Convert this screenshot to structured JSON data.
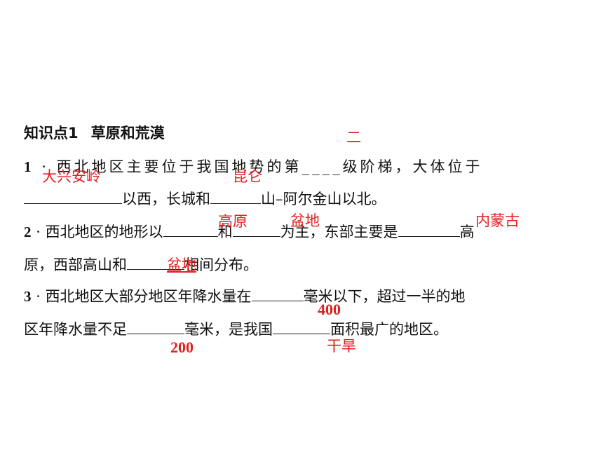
{
  "heading": {
    "label": "知识点1",
    "title": "草原和荒漠"
  },
  "questions": [
    {
      "number": "1",
      "sep": "·",
      "line1_a": "西北地区主要位于我国地势的第",
      "line1_blank": "____",
      "line1_b": "级阶梯，大体位于",
      "line2_a": "以西，长城和",
      "line2_b": "山–阿尔金山以北。"
    },
    {
      "number": "2",
      "sep": "·",
      "line1_a": "西北地区的地形以",
      "line1_b": "和",
      "line1_c": "为主，东部主要是",
      "line1_d": "高",
      "line2_a": "原，西部高山和",
      "line2_b": "相间分布。"
    },
    {
      "number": "3",
      "sep": "·",
      "line1_a": "西北地区大部分地区年降水量在",
      "line1_b": "毫米以下，超过一半的地",
      "line2_a": "区年降水量不足",
      "line2_b": "毫米，是我国",
      "line2_c": "面积最广的地区。"
    }
  ],
  "answers": {
    "q1_stage": "二",
    "q1_range": "大兴安岭",
    "q1_mountain": "昆仑",
    "q2_plateau": "高原",
    "q2_basin": "盆地",
    "q2_east": "内蒙古",
    "q2_west": "盆地",
    "q3_rain": "400",
    "q3_half": "200",
    "q3_dry": "干旱"
  },
  "colors": {
    "answer": "#e02020",
    "text": "#111111"
  }
}
